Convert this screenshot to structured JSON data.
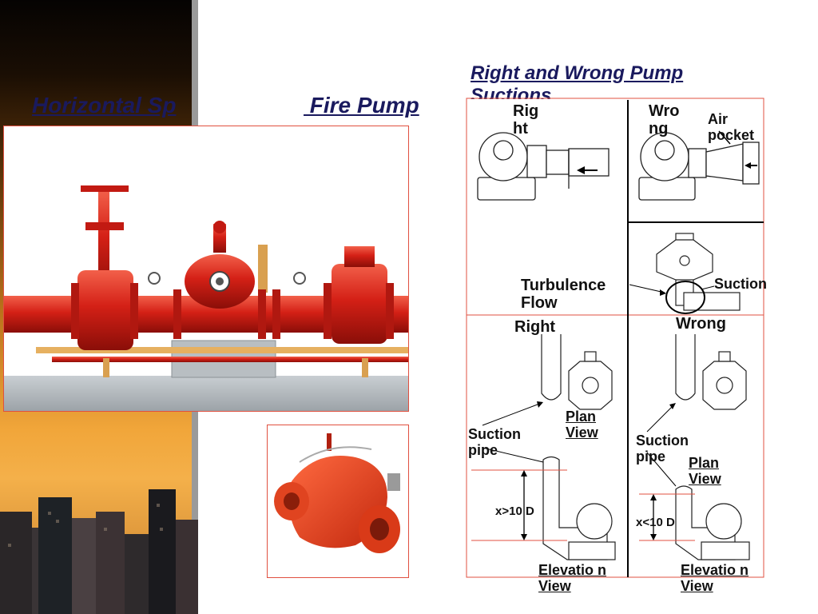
{
  "slide": {
    "title_left": "Horizontal Sp",
    "title_right": " Fire Pump",
    "title_suctions": "Right and Wrong Pump Suctions"
  },
  "diagram": {
    "top_left_label": "Rig ht",
    "top_right_label": "Wro ng",
    "air_pocket": "Air pocket",
    "turbulence_flow": "Turbulence Flow",
    "suction": "Suction",
    "right_label": "Right",
    "wrong_label": "Wrong",
    "plan_view_left": "Plan View",
    "plan_view_right": "Plan View",
    "suction_pipe_left": "Suction pipe",
    "suction_pipe_right": "Suction pipe",
    "x_gt": "x>10 D",
    "x_lt": "x<10 D",
    "elevation_left": "Elevatio n View",
    "elevation_right": "Elevatio n View"
  },
  "colors": {
    "pipe_red": "#d4221a",
    "frame_red": "#e05040",
    "title_navy": "#1a1a5e"
  }
}
